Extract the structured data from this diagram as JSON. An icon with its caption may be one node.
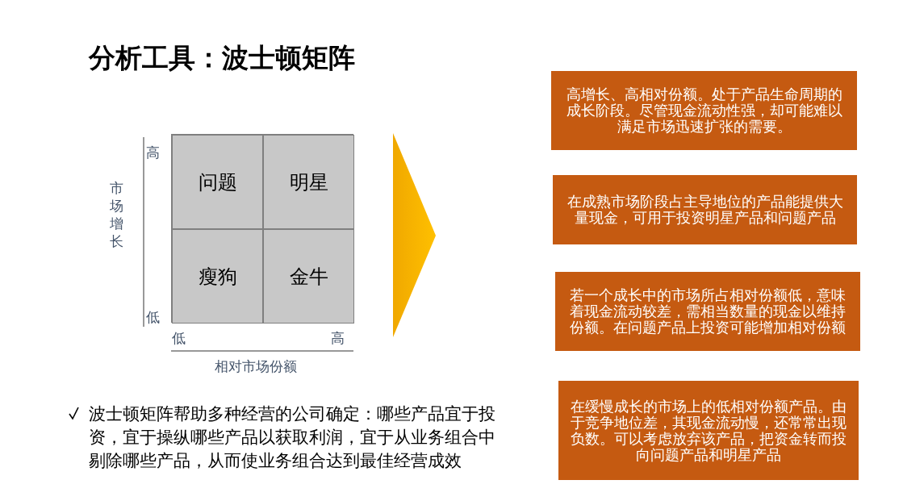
{
  "diagram": {
    "title": "分析工具：波士顿矩阵",
    "nodes": [
      {
        "text": [],
        "shape": "box"
      },
      {
        "text": [
          "问题"
        ],
        "in": 0
      },
      {
        "text": [
          "明星"
        ],
        "in": 0
      },
      {
        "text": [
          "瘦狗"
        ],
        "in": 0
      },
      {
        "text": [
          "金牛"
        ],
        "in": 0
      },
      {
        "text": [
          "高增长、高相对份额。处于产品生命周期的成长阶段。尽管现金流动性强，却可能难以满足市场迅速扩张的需要。"
        ]
      },
      {
        "text": [
          "在成熟市场阶段占主导地位的产品能提供大量现金，可用于投资明星产品和问题产品"
        ]
      },
      {
        "text": [
          "若一个成长中的市场所占相对份额低，意味着现金流动较差，需相当数量的现金以维持份额。在问题产品上投资可能增加相对份额"
        ]
      },
      {
        "text": [
          "在缓慢成长的市场上的低相对份额产品。由于竞争地位差，其现金流动慢，还常常出现负数。可以考虑放弃该产品，把资金转而投向问题产品和明星产品"
        ]
      },
      {
        "text": [],
        "shape": "chevron"
      }
    ],
    "labels": [
      "高",
      "市场增长",
      "低",
      "低",
      "高",
      "相对市场份额",
      "波士顿矩阵帮助多种经营的公司确定：哪些产品宜于投资，宜于操纵哪些产品以获取利润，宜于从业务组合中剔除哪些产品，从而使业务组合达到最佳经营成效"
    ]
  }
}
